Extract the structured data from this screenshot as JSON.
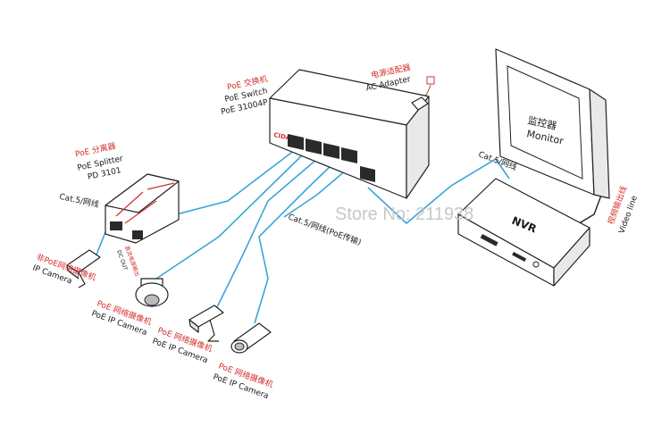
{
  "switch": {
    "label_cn": "PoE 交换机",
    "label_en": "PoE Switch",
    "model": "PoE 31004P",
    "brand": "CIDAV"
  },
  "adapter": {
    "label_cn": "电源适配器",
    "label_en": "AC Adapter"
  },
  "splitter": {
    "label_cn": "PoE 分离器",
    "label_en": "PoE Splitter",
    "model": "PD 3101",
    "dc_out_cn": "直流电源输出",
    "dc_out_en": "DC OUT"
  },
  "cat5_left": "Cat.5/网线",
  "cat5_nvr": "Cat.5/网线",
  "cat5_poe": "Cat.5/网线(PoE传输)",
  "cameras": [
    {
      "label_cn": "非PoE网络摄像机",
      "label_en": "IP Camera"
    },
    {
      "label_cn": "PoE 网络摄像机",
      "label_en": "PoE IP Camera"
    },
    {
      "label_cn": "PoE 网络摄像机",
      "label_en": "PoE IP Camera"
    },
    {
      "label_cn": "PoE 网络摄像机",
      "label_en": "PoE IP Camera"
    }
  ],
  "monitor": {
    "label_cn": "监控器",
    "label_en": "Monitor"
  },
  "nvr": {
    "label": "NVR"
  },
  "video_line": {
    "label_cn": "视频输出线",
    "label_en": "Video line"
  },
  "watermark": "Store No: 211938",
  "colors": {
    "cable": "#3aa6d8",
    "label_red": "#d0302a",
    "watermark": "#c8c8c8"
  }
}
